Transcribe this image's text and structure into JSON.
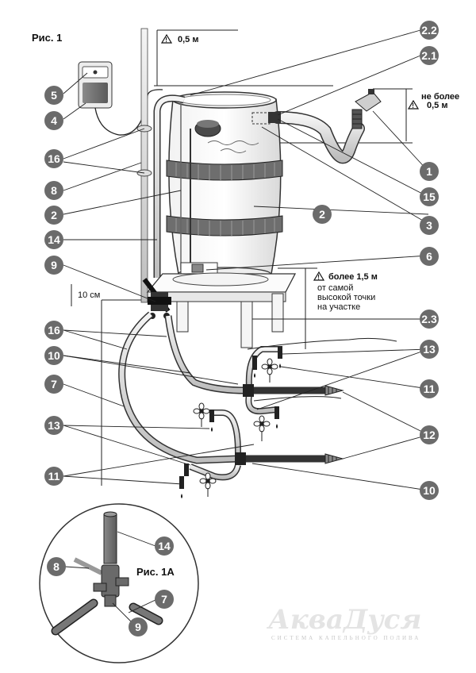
{
  "figure": {
    "title": "Рис. 1",
    "inset_title": "Рис. 1А"
  },
  "annotations": {
    "height_top": "0,5 м",
    "limit_line1": "не более",
    "limit_line2": "0,5 м",
    "height_table_line1": "более 1,5 м",
    "height_table_line2": "от самой",
    "height_table_line3": "высокой точки",
    "height_table_line4": "на участке",
    "ten_cm": "10 см"
  },
  "callouts": {
    "c22": "2.2",
    "c21": "2.1",
    "c5": "5",
    "c4": "4",
    "c16a": "16",
    "c8": "8",
    "c2a": "2",
    "c14": "14",
    "c9": "9",
    "c16b": "16",
    "c10a": "10",
    "c7": "7",
    "c13a": "13",
    "c11a": "11",
    "c1": "1",
    "c15": "15",
    "c2b": "2",
    "c3": "3",
    "c6": "6",
    "c23": "2.3",
    "c13b": "13",
    "c11b": "11",
    "c12": "12",
    "c10b": "10",
    "i14": "14",
    "i8": "8",
    "i7": "7",
    "i9": "9"
  },
  "brand": {
    "name": "АкваДуся",
    "tagline": "СИСТЕМА КАПЕЛЬНОГО ПОЛИВА"
  },
  "icons": [
    "warning-icon",
    "flower-icon",
    "tap-icon",
    "barrel-icon",
    "timer-icon"
  ]
}
